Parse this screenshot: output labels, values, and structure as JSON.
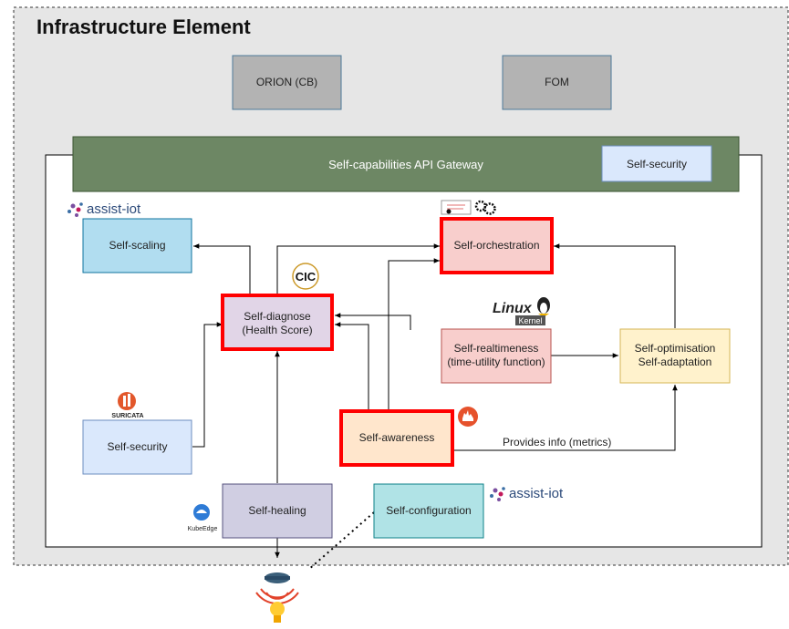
{
  "title": "Infrastructure Element",
  "boxes": {
    "orion": "ORION (CB)",
    "fom": "FOM",
    "gateway": "Self-capabilities API Gateway",
    "gateway_security": "Self-security",
    "scaling": "Self-scaling",
    "orchestration": "Self-orchestration",
    "diagnose": [
      "Self-diagnose",
      "(Health Score)"
    ],
    "realtimeness": [
      "Self-realtimeness",
      "(time-utility function)"
    ],
    "optimisation": [
      "Self-optimisation",
      "Self-adaptation"
    ],
    "security": "Self-security",
    "awareness": "Self-awareness",
    "healing": "Self-healing",
    "configuration": "Self-configuration"
  },
  "edge_labels": {
    "awareness_to_optimisation": "Provides info (metrics)"
  },
  "logos": {
    "assist_iot_top": "assist-iot",
    "assist_iot_bottom": "assist-iot",
    "cic": "CIC",
    "linux": "Linux",
    "linux_sub": "Kernel",
    "suricata": "SURICATA",
    "kubeedge": "KubeEdge"
  },
  "icons": {
    "gears": "gears-icon",
    "prometheus": "prometheus-icon",
    "iot_device": "iot-device-icon"
  },
  "colors": {
    "outer_bg": "#e6e6e6",
    "gray_box": "#b3b3b3",
    "gray_border": "#4d7a99",
    "gateway": "#6d8764",
    "blue_box": "#b1ddf0",
    "blue_light": "#dae8fc",
    "red_box": "#f8cecc",
    "red_border": "#ff0000",
    "purple_box": "#e1d5e7",
    "yellow_box": "#fff2cc",
    "orange_box": "#ffe6cc",
    "violet_box": "#d0cee2",
    "teal_box": "#b0e3e6"
  }
}
